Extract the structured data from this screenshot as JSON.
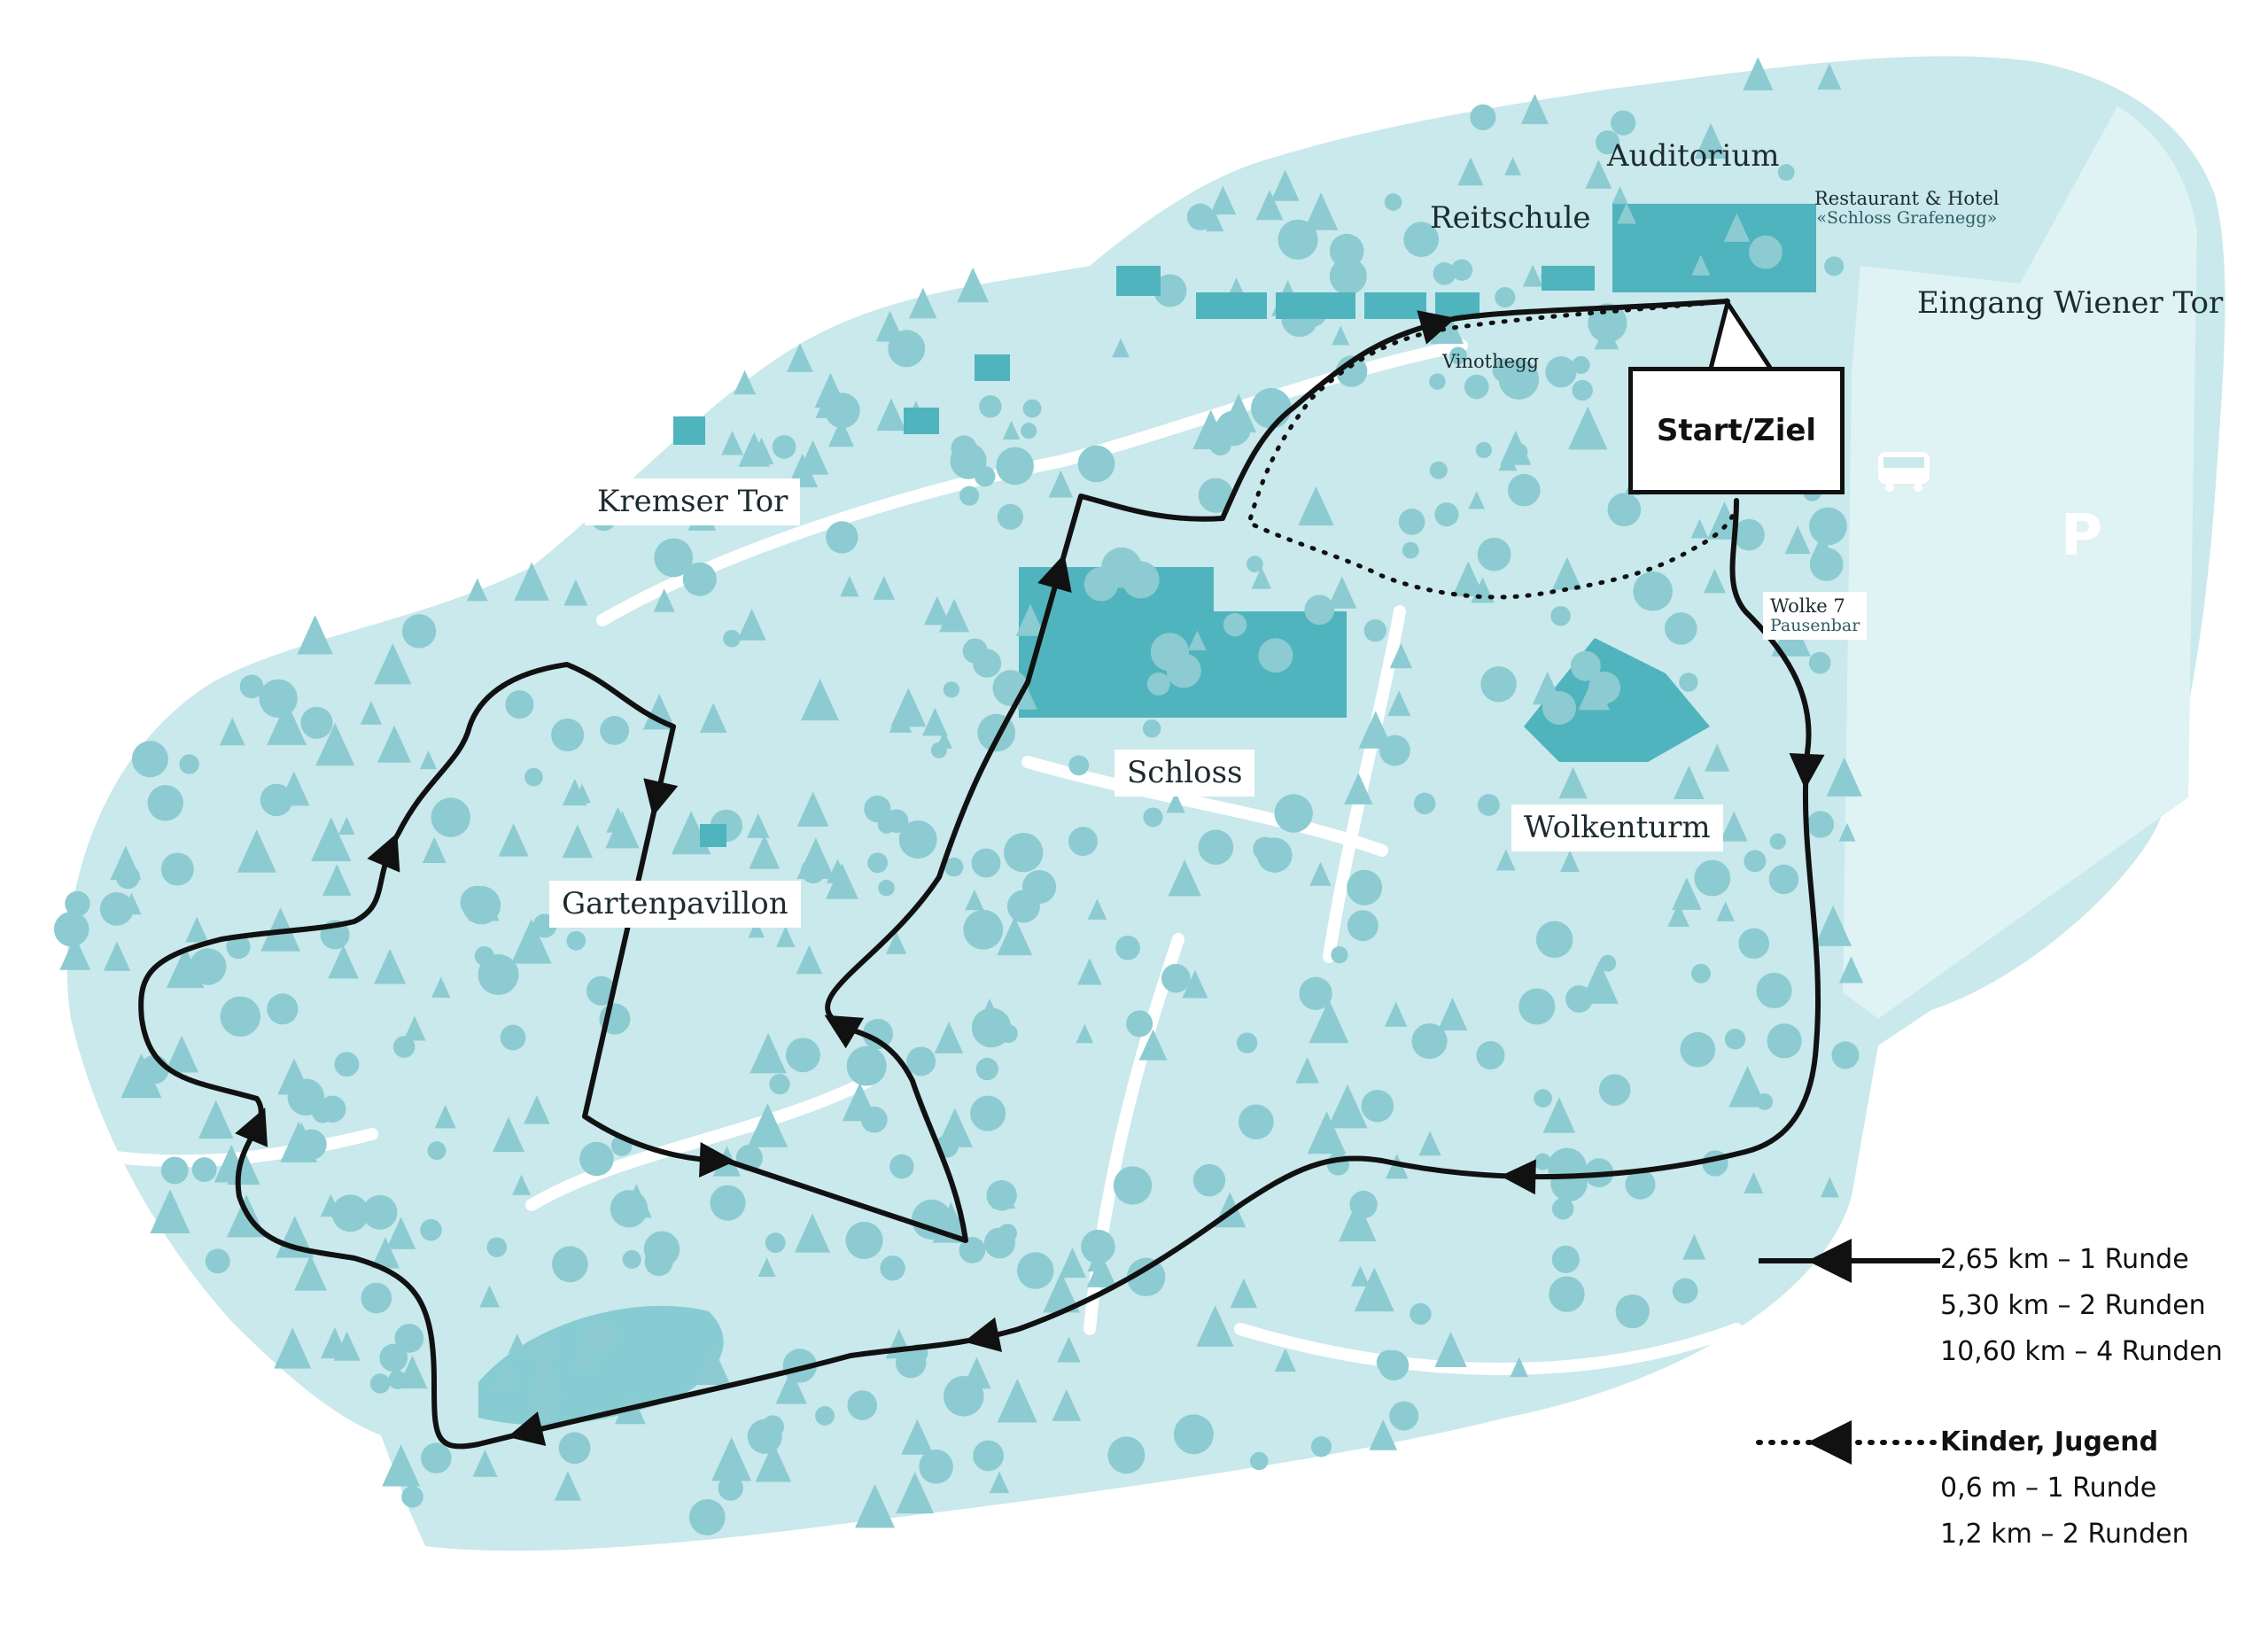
{
  "colors": {
    "park": "#c9e9ec",
    "forest_mid": "#a6d7dc",
    "tree": "#8ccbd1",
    "path": "#ffffff",
    "building": "#4fb4bd",
    "route": "#111111"
  },
  "places": {
    "auditorium": "Auditorium",
    "reitschule": "Reitschule",
    "restaurant_line1": "Restaurant & Hotel",
    "restaurant_line2": "«Schloss Grafenegg»",
    "eingang_wiener_tor": "Eingang Wiener Tor",
    "vinothegg": "Vinothegg",
    "kremser_tor": "Kremser Tor",
    "wolke7_line1": "Wolke 7",
    "wolke7_line2": "Pausenbar",
    "schloss": "Schloss",
    "wolkenturm": "Wolkenturm",
    "gartenpavillon": "Gartenpavillon",
    "parking": "P"
  },
  "start_ziel": "Start/Ziel",
  "legend": {
    "main_route": [
      "2,65 km – 1 Runde",
      "5,30 km – 2 Runden",
      "10,60 km – 4 Runden"
    ],
    "kids_title": "Kinder, Jugend",
    "kids_route": [
      "0,6 m – 1 Runde",
      "1,2 km – 2 Runden"
    ]
  },
  "icons": [
    "bus-icon",
    "parking-icon",
    "tree-icon",
    "building-icon",
    "direction-arrow-icon"
  ]
}
